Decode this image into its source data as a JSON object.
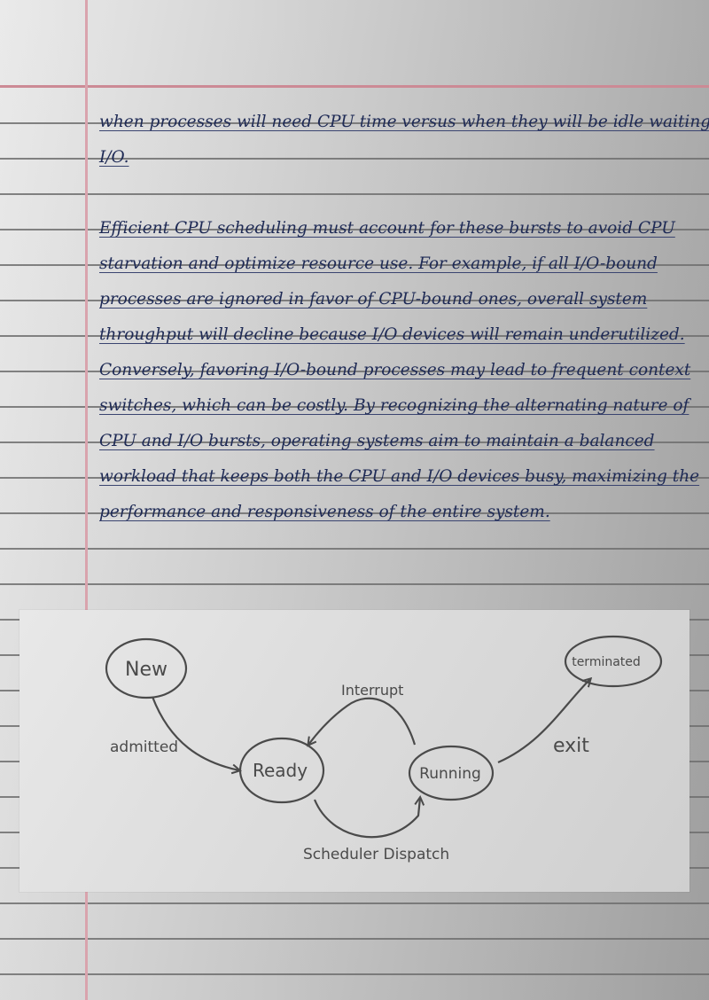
{
  "paragraph1": {
    "lines": [
      "when processes will need CPU time versus when they will be idle waiting for",
      "I/O."
    ]
  },
  "paragraph2": {
    "lines": [
      "Efficient CPU scheduling must account for these bursts to avoid CPU",
      "starvation and optimize resource use. For example, if all I/O-bound",
      "processes are ignored in favor of CPU-bound ones, overall system",
      "throughput will decline because I/O devices will remain underutilized.",
      "Conversely, favoring I/O-bound processes may lead to frequent context",
      "switches, which can be costly. By recognizing the alternating nature of",
      "CPU and I/O bursts, operating systems aim to maintain a balanced",
      "workload that keeps both the CPU and I/O devices busy, maximizing the",
      "performance and responsiveness of the entire system."
    ]
  },
  "diagram": {
    "states": {
      "new": "New",
      "ready": "Ready",
      "running": "Running",
      "terminated": "terminated"
    },
    "transitions": {
      "admitted": "admitted",
      "interrupt": "Interrupt",
      "dispatch": "Scheduler Dispatch",
      "exit": "exit"
    }
  }
}
